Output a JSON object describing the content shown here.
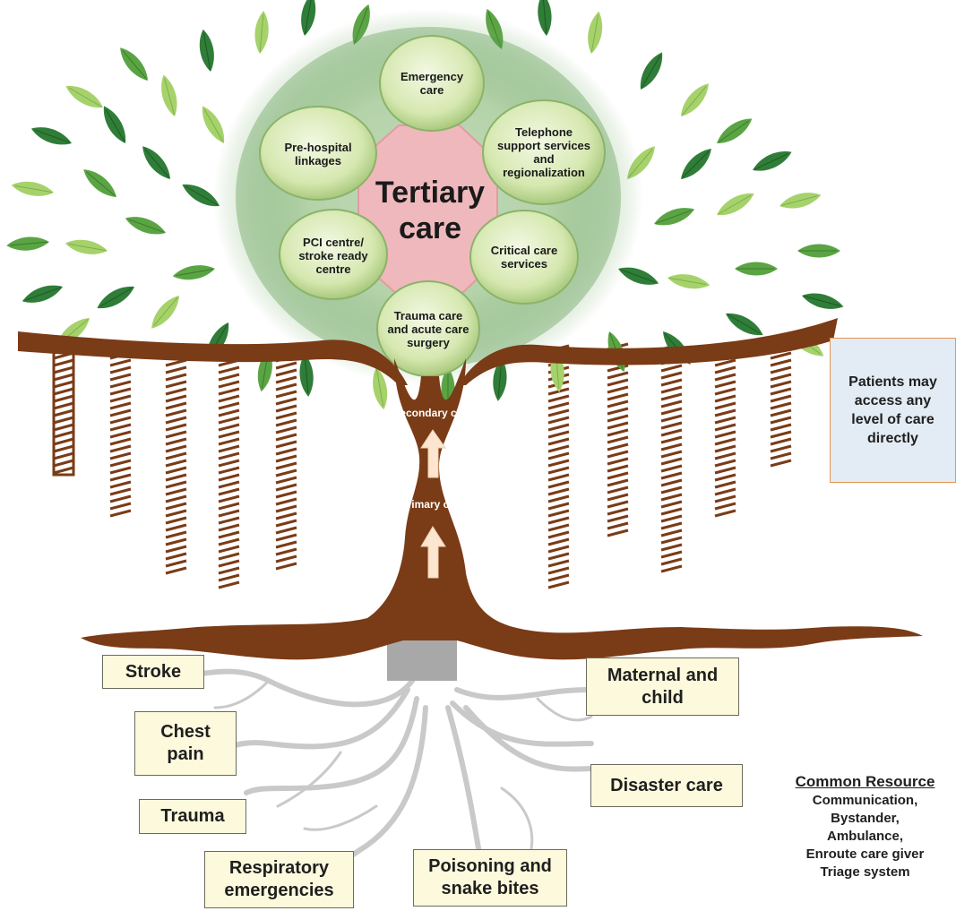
{
  "center": {
    "label": "Tertiary\ncare"
  },
  "ovals": [
    {
      "label": "Emergency\ncare"
    },
    {
      "label": "Telephone\nsupport services\nand\nregionalization"
    },
    {
      "label": "Critical care\nservices"
    },
    {
      "label": "Trauma care\nand acute care\nsurgery"
    },
    {
      "label": "PCI centre/\nstroke ready\ncentre"
    },
    {
      "label": "Pre-hospital\nlinkages"
    }
  ],
  "trunk": {
    "secondary": "Secondary care",
    "primary": "Primary care"
  },
  "roots": [
    {
      "label": "Stroke"
    },
    {
      "label": "Chest\npain"
    },
    {
      "label": "Trauma"
    },
    {
      "label": "Respiratory\nemergencies"
    },
    {
      "label": "Poisoning and\nsnake bites"
    },
    {
      "label": "Maternal and\nchild"
    },
    {
      "label": "Disaster care"
    }
  ],
  "side_note": "Patients may\naccess any\nlevel of care\ndirectly",
  "common_resources": {
    "title": "Common Resource",
    "items": "Communication,\nBystander,\nAmbulance,\nEnroute care giver\nTriage system"
  },
  "colors": {
    "trunk": "#7a3b17",
    "leaf_dark": "#2d7a35",
    "leaf_light": "#a7d46a",
    "oval_fill": "#d9e9b4",
    "center_fill": "#efb8bd",
    "box_fill": "#fdf9dc",
    "side_fill": "#e3ecf5"
  }
}
